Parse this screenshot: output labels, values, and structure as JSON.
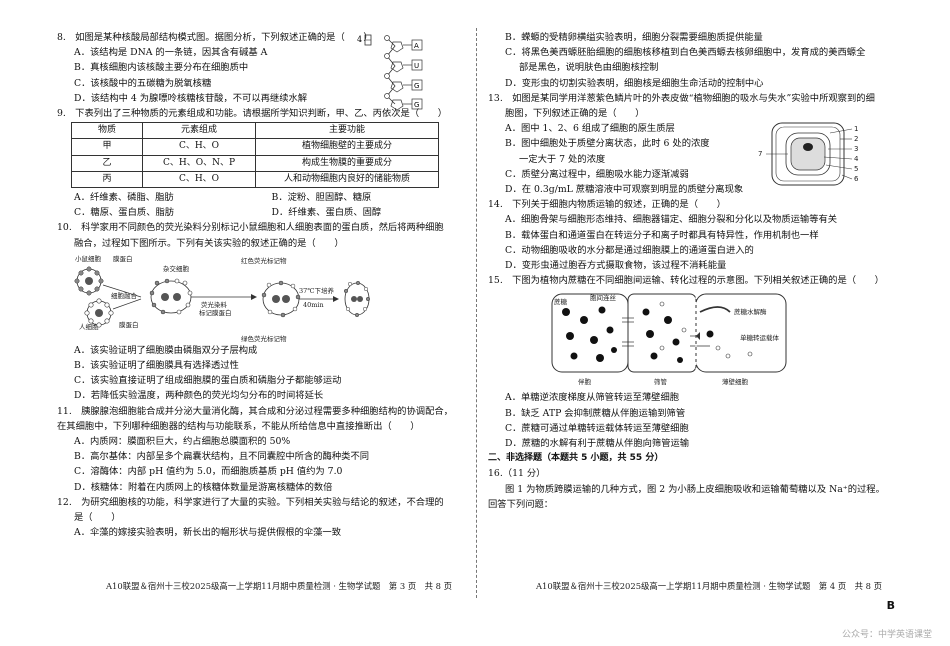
{
  "left": {
    "q8": {
      "stem": "8.　如图是某种核酸局部结构模式图。据图分析，下列叙述正确的是（　　）",
      "A": "A．该结构是 DNA 的一条链，因其含有碱基 A",
      "B": "B．真核细胞内该核酸主要分布在细胞质中",
      "C": "C．该核酸中的五碳糖为脱氧核糖",
      "D": "D．该结构中 4 为腺嘌呤核糖核苷酸，不可以再继续水解",
      "fig_bases": [
        "A",
        "U",
        "G",
        "G"
      ],
      "fig_num": "4"
    },
    "q9": {
      "stem": "9.　下表列出了三种物质的元素组成和功能。请根据所学知识判断，甲、乙、丙依次是（　　）",
      "headers": [
        "物质",
        "元素组成",
        "主要功能"
      ],
      "rows": [
        [
          "甲",
          "C、H、O",
          "植物细胞壁的主要成分"
        ],
        [
          "乙",
          "C、H、O、N、P",
          "构成生物膜的重要成分"
        ],
        [
          "丙",
          "C、H、O",
          "人和动物细胞内良好的储能物质"
        ]
      ],
      "A": "A．纤维素、磷脂、脂肪",
      "B": "B．淀粉、胆固醇、糖原",
      "C": "C．糖原、蛋白质、脂肪",
      "D": "D．纤维素、蛋白质、固醇"
    },
    "q10": {
      "stem1": "10.　科学家用不同颜色的荧光染料分别标记小鼠细胞和人细胞表面的蛋白质，然后将两种细胞",
      "stem2": "融合，过程如下图所示。下列有关该实验的叙述正确的是（　　）",
      "fig": {
        "mouse_cell": "小鼠细胞",
        "membrane_protein": "膜蛋白",
        "hybrid_cell": "杂交细胞",
        "red_marker": "红色荧光标记物",
        "cell_fusion": "细胞融合",
        "human_cell": "人细胞",
        "membrane_protein2": "膜蛋白",
        "dye_label": "荧光染料",
        "dye_label2": "标记膜蛋白",
        "temp": "37℃下培养",
        "time": "40min",
        "green_marker": "绿色荧光标记物"
      },
      "A": "A．该实验证明了细胞膜由磷脂双分子层构成",
      "B": "B．该实验证明了细胞膜具有选择透过性",
      "C": "C．该实验直接证明了组成细胞膜的蛋白质和磷脂分子都能够运动",
      "D": "D．若降低实验温度，两种颜色的荧光均匀分布的时间将延长"
    },
    "q11": {
      "stem1": "11.　胰腺腺泡细胞能合成并分泌大量消化酶，其合成和分泌过程需要多种细胞结构的协调配合，",
      "stem2": "在其细胞中，下列哪种细胞器的结构与功能联系，不能从所给信息中直接推断出（　　）",
      "A": "A．内质网：膜面积巨大，约占细胞总膜面积的 50%",
      "B": "B．高尔基体：内部呈多个扁囊状结构，且不同囊腔中所含的酶种类不同",
      "C": "C．溶酶体：内部 pH 值约为 5.0，而细胞质基质 pH 值约为 7.0",
      "D": "D．核糖体：附着在内质网上的核糖体数量是游离核糖体的数倍"
    },
    "q12": {
      "stem1": "12.　为研究细胞核的功能，科学家进行了大量的实验。下列相关实验与结论的叙述，不合理的",
      "stem2": "是（　　）",
      "A": "A．伞藻的嫁接实验表明，新长出的帽形状与提供假根的伞藻一致"
    },
    "footer": "A10联盟＆宿州十三校2025级高一上学期11月期中质量检测 · 生物学试题　第 3 页　共 8 页"
  },
  "right": {
    "q12_cont": {
      "B": "B．蝾螈的受精卵横缢实验表明，细胞分裂需要细胞质提供能量",
      "C1": "C．将黑色美西螈胚胎细胞的细胞核移植到白色美西螈去核卵细胞中，发育成的美西螈全",
      "C2": "部是黑色，说明肤色由细胞核控制",
      "D": "D．变形虫的切割实验表明，细胞核是细胞生命活动的控制中心"
    },
    "q13": {
      "stem1": "13.　如图是某同学用洋葱紫色鳞片叶的外表皮做“植物细胞的吸水与失水”实验中所观察到的细",
      "stem2": "胞图，下列叙述正确的是（　　）",
      "A": "A．图中 1、2、6 组成了细胞的原生质层",
      "B1": "B．图中细胞处于质壁分离状态，此时 6 处的浓度",
      "B2": "一定大于 7 处的浓度",
      "C": "C．质壁分离过程中，细胞吸水能力逐渐减弱",
      "D": "D．在 0.3g/mL 蔗糖溶液中可观察到明显的质壁分离现象",
      "fig_labels": [
        "1",
        "2",
        "3",
        "4",
        "5",
        "6",
        "7"
      ]
    },
    "q14": {
      "stem": "14.　下列关于细胞内物质运输的叙述，正确的是（　　）",
      "A": "A．细胞骨架与细胞形态维持、细胞器锚定、细胞分裂和分化以及物质运输等有关",
      "B": "B．载体蛋白和通道蛋白在转运分子和离子时都具有特异性，作用机制也一样",
      "C": "C．动物细胞吸收的水分都是通过细胞膜上的通道蛋白进入的",
      "D": "D．变形虫通过胞吞方式摄取食物，该过程不消耗能量"
    },
    "q15": {
      "stem": "15.　下图为植物内蔗糖在不同细胞间运输、转化过程的示意图。下列相关叙述正确的是（　　）",
      "fig": {
        "sucrose": "蔗糖",
        "plasmodesma": "胞间连丝",
        "sucrose_hydrolase": "蔗糖水解酶",
        "mono_transporter": "单糖转运载体",
        "companion": "伴胞",
        "sieve": "筛管",
        "parenchyma": "薄壁细胞"
      },
      "A": "A．单糖逆浓度梯度从筛管转运至薄壁细胞",
      "B": "B．缺乏 ATP 会抑制蔗糖从伴胞运输到筛管",
      "C": "C．蔗糖可通过单糖转运载体转运至薄壁细胞",
      "D": "D．蔗糖的水解有利于蔗糖从伴胞向筛管运输"
    },
    "section2": "二、非选择题（本题共 5 小题，共 55 分）",
    "q16": {
      "num": "16.（11 分）",
      "text1": "图 1 为物质跨膜运输的几种方式，图 2 为小肠上皮细胞吸收和运输葡萄糖以及 Na⁺的过程。",
      "text2": "回答下列问题："
    },
    "footer": "A10联盟＆宿州十三校2025级高一上学期11月期中质量检测 · 生物学试题　第 4 页　共 8 页"
  },
  "corner_letter": "B",
  "watermark": "公众号：中学英语课堂"
}
